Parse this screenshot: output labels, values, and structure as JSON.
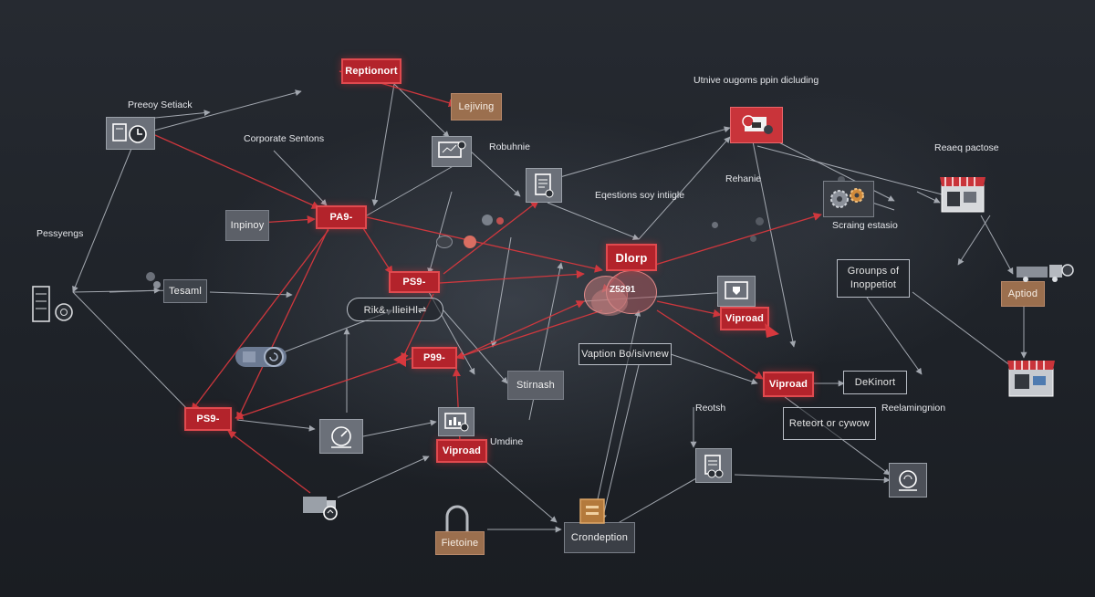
{
  "nodes": {
    "reptionort": "Reptionort",
    "lejiving": "Lejiving",
    "pa_box": "PA9-",
    "inpinoy": "Inpinoy",
    "tesaml": "Tesaml",
    "small_red_1": "PS9-",
    "pill_red": "Rik&· IlieiHl⇌",
    "small_red_2": "P99-",
    "small_red_3": "PS9-",
    "stirnash": "Stirnash",
    "viproad_bottom": "Viproad",
    "fietoine": "Fietoine",
    "crondeption": "Crondeption",
    "dlorp": "Dlorp",
    "viproad_mid": "Viproad",
    "viproad_right": "Viproad",
    "vaption_box": "Vaption Bo/isivnew",
    "grounps_box": "Grounps of Inoppetiot",
    "dekinort": "DeKinort",
    "reteort_box": "Reteort or cywow",
    "aptiod": "Aptiod",
    "cloud_label": "Z5291"
  },
  "labels": {
    "top_right_caption": "Utnive ougoms ppin dicluding",
    "preeoy_setiack": "Preeoy Setiack",
    "corporate_sentons": "Corporate Sentons",
    "robuhnie": "Robuhnie",
    "pessyengs": "Pessyengs",
    "eqestions": "Eqestions soy intiigle",
    "rehanie": "Rehanie",
    "reaeq_pactose": "Reaeq pactose",
    "scraing_estasio": "Scraing estasio",
    "reotsh": "Reotsh",
    "reelamingnion": "Reelamingnion",
    "umdine": "Umdine"
  },
  "icons": [
    "computer-clock-icon",
    "monitor-icon",
    "document-icon",
    "monitor-cloud-icon",
    "gears-icon",
    "storefront-icon",
    "truck-icon",
    "server-icon",
    "toggle-icon",
    "shield-icon",
    "gauge-icon",
    "monitor-chart-icon",
    "truck-small-icon",
    "clipboard-icon",
    "lock-icon",
    "box-icon",
    "shop-icon",
    "globe-monitor-icon"
  ],
  "colors": {
    "background": "#1f2329",
    "accent_red": "#b3232b",
    "edge_gray": "#b9bec6",
    "edge_red": "#d8383e",
    "tile_gray": "#5c6068",
    "tile_brown": "#9b6f4e"
  }
}
